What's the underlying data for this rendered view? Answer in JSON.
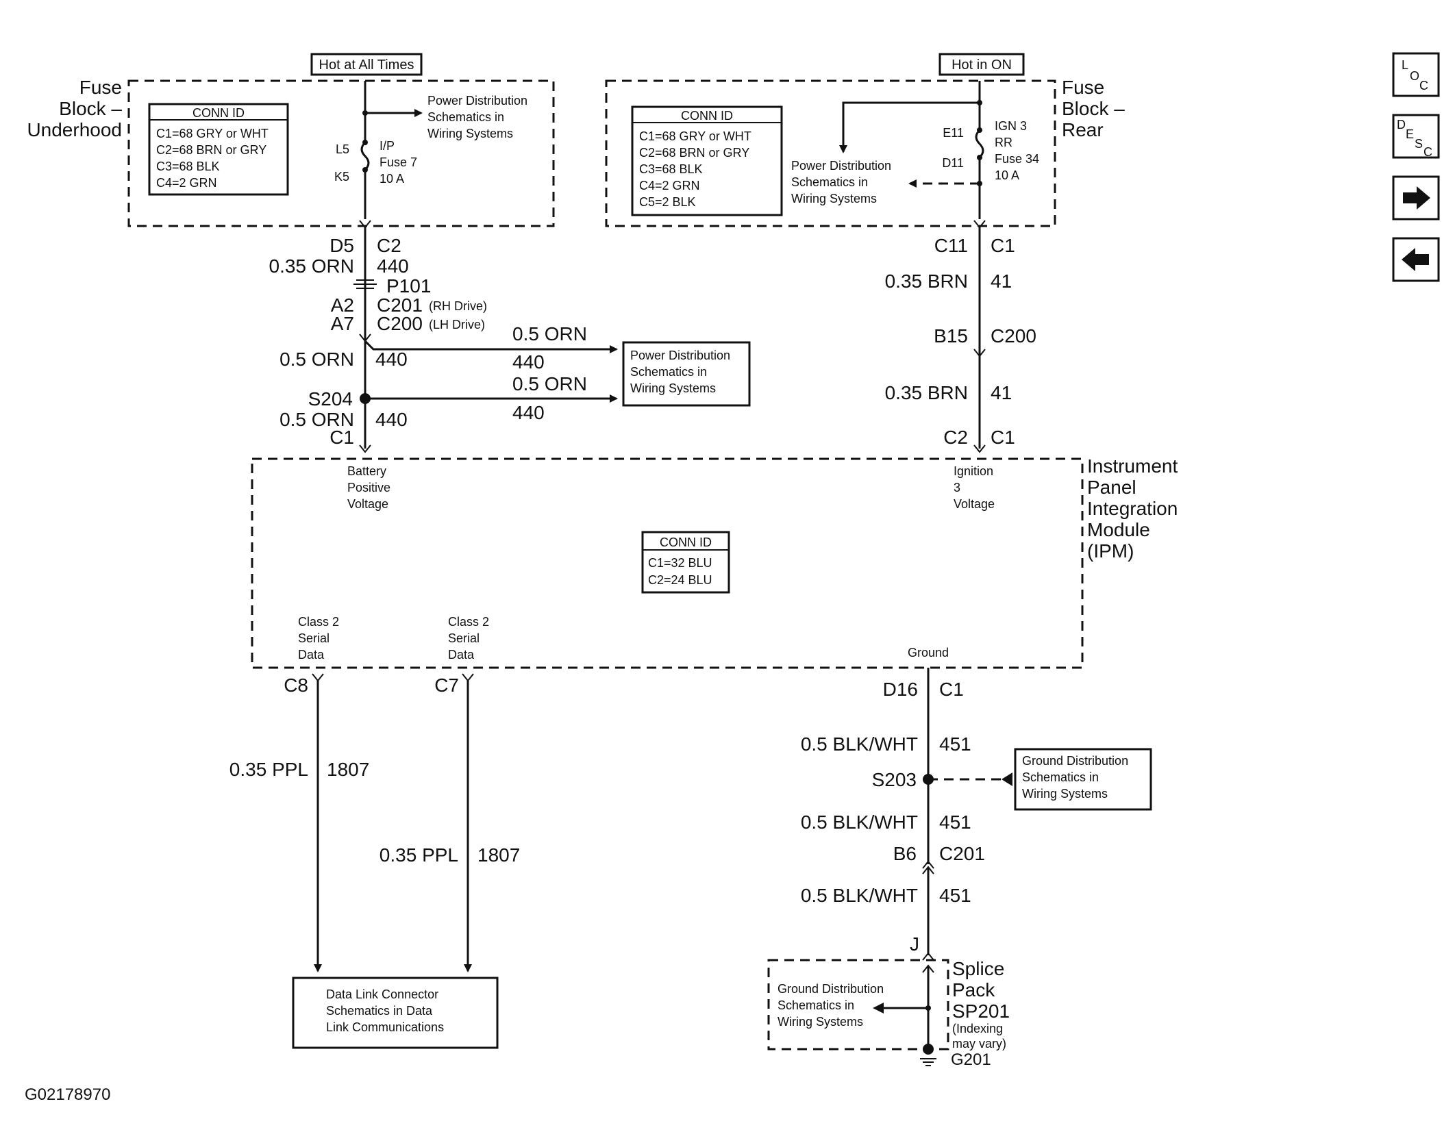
{
  "fuse_underhood": {
    "header": "Hot at All Times",
    "title": [
      "Fuse",
      "Block –",
      "Underhood"
    ],
    "conn_title": "CONN ID",
    "conn": [
      "C1=68 GRY or WHT",
      "C2=68 BRN or GRY",
      "C3=68 BLK",
      "C4=2 GRN"
    ],
    "pds": [
      "Power Distribution",
      "Schematics in",
      "Wiring Systems"
    ],
    "pin_l5": "L5",
    "pin_k5": "K5",
    "fuse": [
      "I/P",
      "Fuse 7",
      "10 A"
    ]
  },
  "fuse_rear": {
    "header": "Hot in ON",
    "title": [
      "Fuse",
      "Block –",
      "Rear"
    ],
    "conn_title": "CONN ID",
    "conn": [
      "C1=68 GRY or WHT",
      "C2=68 BRN or GRY",
      "C3=68 BLK",
      "C4=2 GRN",
      "C5=2 BLK"
    ],
    "pds": [
      "Power Distribution",
      "Schematics in",
      "Wiring Systems"
    ],
    "pin_e11": "E11",
    "pin_d11": "D11",
    "fuse": [
      "IGN 3",
      "RR",
      "Fuse 34",
      "10 A"
    ]
  },
  "left_circuit": {
    "d5": "D5",
    "c2": "C2",
    "wire1": "0.35 ORN",
    "circ1": "440",
    "p101": "P101",
    "a2": "A2",
    "c201": "C201",
    "rh": "(RH Drive)",
    "a7": "A7",
    "c200": "C200",
    "lh": "(LH Drive)",
    "wire2": "0.5 ORN",
    "circ2": "440",
    "branch1_wire": "0.5 ORN",
    "branch1_circ": "440",
    "branch2_wire": "0.5 ORN",
    "branch2_circ": "440",
    "s204": "S204",
    "wire3": "0.5 ORN",
    "circ3": "440",
    "c1": "C1",
    "pds_box": [
      "Power Distribution",
      "Schematics in",
      "Wiring Systems"
    ]
  },
  "right_circuit": {
    "c11": "C11",
    "c1": "C1",
    "wire1": "0.35 BRN",
    "circ1": "41",
    "b15": "B15",
    "c200": "C200",
    "wire2": "0.35 BRN",
    "circ2": "41",
    "c2": "C2",
    "c1b": "C1"
  },
  "ipm": {
    "title": [
      "Instrument",
      "Panel",
      "Integration",
      "Module",
      "(IPM)"
    ],
    "battery": [
      "Battery",
      "Positive",
      "Voltage"
    ],
    "ignition": [
      "Ignition",
      "3",
      "Voltage"
    ],
    "conn_title": "CONN ID",
    "conn": [
      "C1=32 BLU",
      "C2=24 BLU"
    ],
    "class2_a": [
      "Class 2",
      "Serial",
      "Data"
    ],
    "class2_b": [
      "Class 2",
      "Serial",
      "Data"
    ],
    "ground": "Ground"
  },
  "data_lines": {
    "c8": "C8",
    "c7": "C7",
    "wire_a": "0.35 PPL",
    "circ_a": "1807",
    "wire_b": "0.35 PPL",
    "circ_b": "1807",
    "dlc_box": [
      "Data Link Connector",
      "Schematics in Data",
      "Link Communications"
    ]
  },
  "ground_circuit": {
    "d16": "D16",
    "c1": "C1",
    "wire1": "0.5 BLK/WHT",
    "circ1": "451",
    "s203": "S203",
    "gds_box": [
      "Ground Distribution",
      "Schematics in",
      "Wiring Systems"
    ],
    "wire2": "0.5 BLK/WHT",
    "circ2": "451",
    "b6": "B6",
    "c201": "C201",
    "wire3": "0.5 BLK/WHT",
    "circ3": "451",
    "j": "J",
    "splice_title": [
      "Splice",
      "Pack",
      "SP201"
    ],
    "splice_note": [
      "(Indexing",
      "may vary)"
    ],
    "gds_inner": [
      "Ground Distribution",
      "Schematics in",
      "Wiring Systems"
    ],
    "g201": "G201"
  },
  "nav": {
    "loc": [
      "L",
      "O",
      "C"
    ],
    "desc": [
      "D",
      "E",
      "S",
      "C"
    ],
    "next_icon": "arrow-right-icon",
    "prev_icon": "arrow-left-icon"
  },
  "figure_id": "G02178970"
}
